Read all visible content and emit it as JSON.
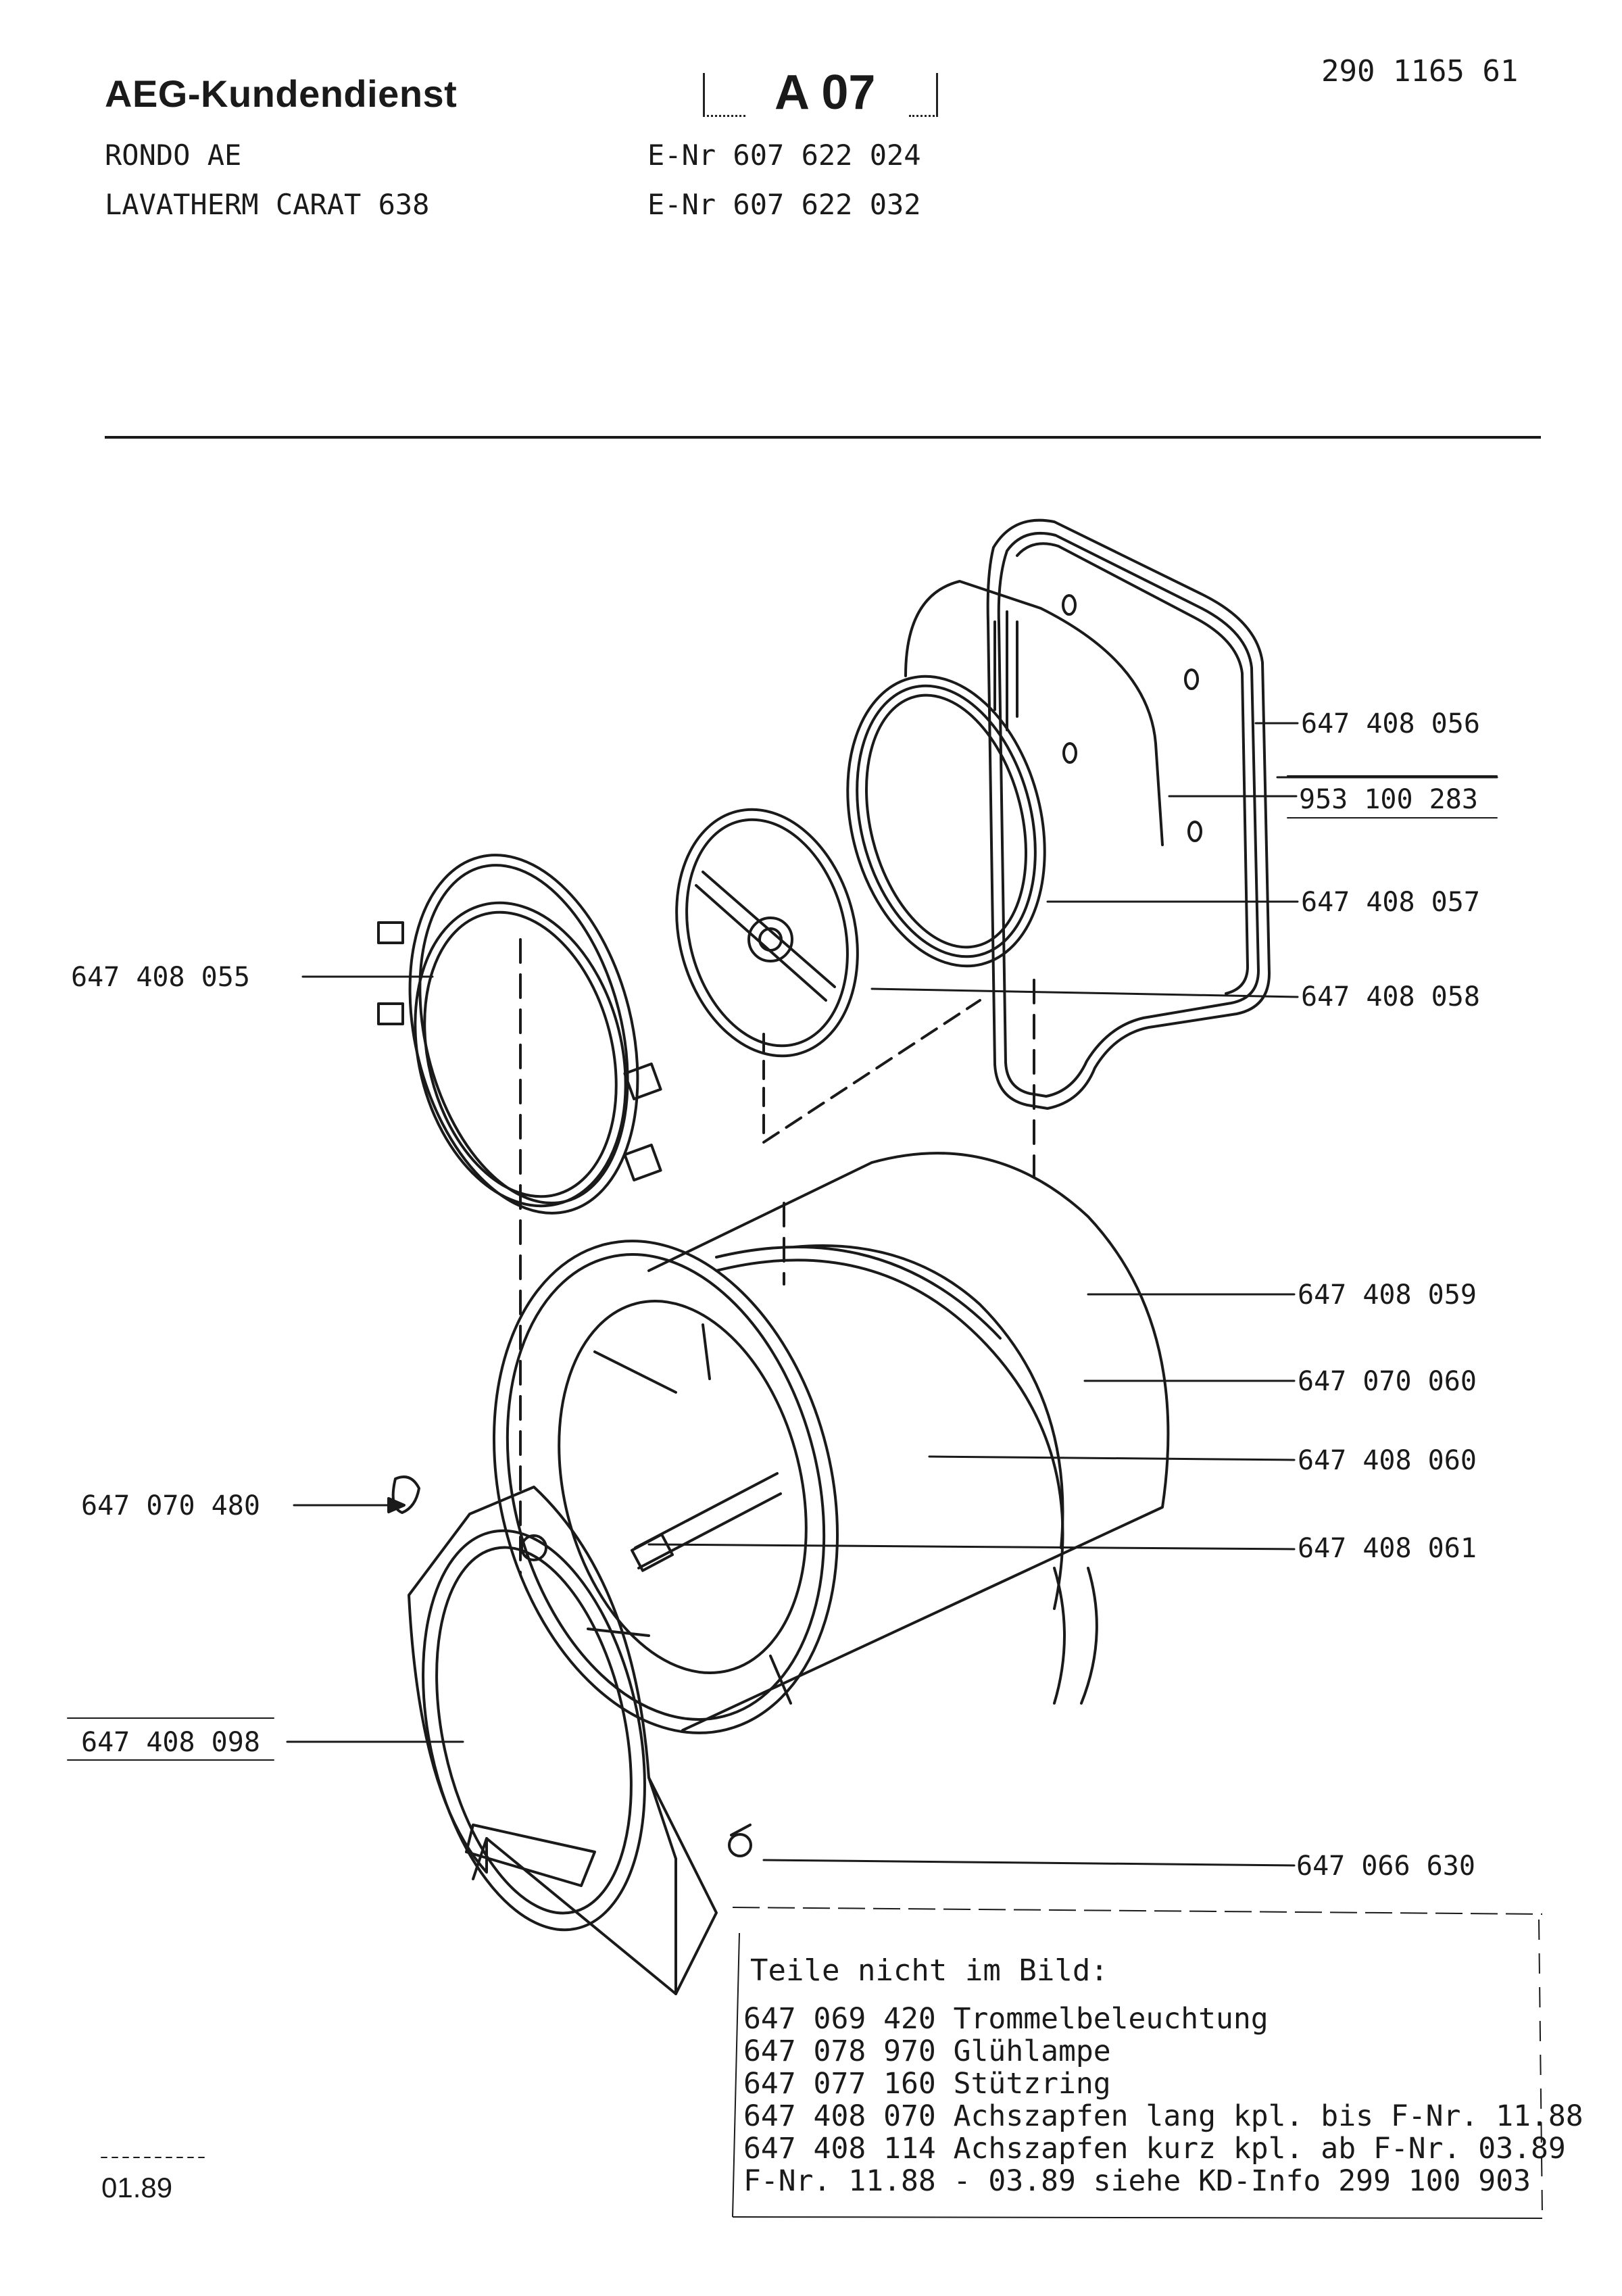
{
  "header": {
    "brand": "AEG-Kundendienst",
    "sheet_code": "A 07",
    "document_number": "290 1165 61",
    "models": [
      "RONDO  AE",
      "LAVATHERM  CARAT  638"
    ],
    "e_numbers": [
      "E-Nr 607 622 024",
      "E-Nr 607 622 032"
    ]
  },
  "parts": {
    "back_wall": "647 408 056",
    "gasket_ref": "953 100 283",
    "rear_seal_ring": "647 408 057",
    "bearing_plate": "647 408 058",
    "front_ring": "647 408 055",
    "drum_outer": "647 408 059",
    "drive_belt": "647 070 060",
    "drum": "647 408 060",
    "drum_rib": "647 408 061",
    "small_part": "647 070 480",
    "front_frame": "647 408 098",
    "roller": "647 066 630"
  },
  "notes": {
    "title": "Teile nicht im Bild:",
    "rows": [
      "647 069 420 Trommelbeleuchtung",
      "647 078 970 Glühlampe",
      "647 077 160 Stützring",
      "647 408 070 Achszapfen lang kpl. bis F-Nr. 11.88",
      "647 408 114 Achszapfen kurz kpl. ab  F-Nr. 03.89",
      "F-Nr. 11.88 - 03.89 siehe KD-Info 299 100 903"
    ]
  },
  "footer": {
    "date": "01.89"
  }
}
